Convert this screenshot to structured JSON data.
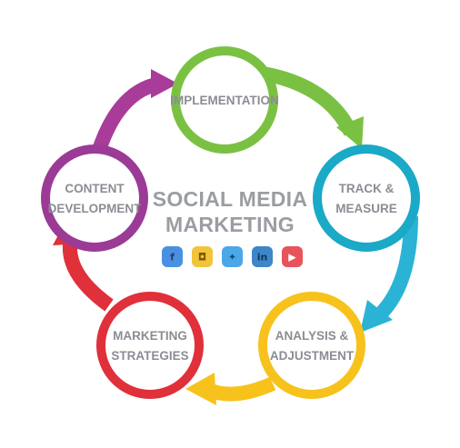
{
  "diagram": {
    "center_title": [
      "SOCIAL MEDIA",
      "MARKETING"
    ],
    "nodes": [
      {
        "id": "implementation",
        "lines": [
          "IMPLEMENTATION"
        ],
        "color": "#7ac143"
      },
      {
        "id": "track-measure",
        "lines": [
          "TRACK &",
          "MEASURE"
        ],
        "color": "#1aa9c6"
      },
      {
        "id": "analysis-adjustment",
        "lines": [
          "ANALYSIS &",
          "ADJUSTMENT"
        ],
        "color": "#f7c21c"
      },
      {
        "id": "marketing-strategies",
        "lines": [
          "MARKETING",
          "STRATEGIES"
        ],
        "color": "#e0303a"
      },
      {
        "id": "content-development",
        "lines": [
          "CONTENT",
          "DEVELOPMENT"
        ],
        "color": "#9b3b96"
      }
    ],
    "arrow_colors": [
      "#7ac143",
      "#2bb3d6",
      "#f7c21c",
      "#e0303a",
      "#a83c98"
    ],
    "social_icons": [
      {
        "name": "facebook-icon",
        "glyph": "f",
        "bg": "#4a90e2",
        "fg": "#1d3f78"
      },
      {
        "name": "instagram-icon",
        "glyph": "◘",
        "bg": "#f2c43a",
        "fg": "#7a5a00"
      },
      {
        "name": "twitter-icon",
        "glyph": "✦",
        "bg": "#4aa8e8",
        "fg": "#0f4f80"
      },
      {
        "name": "linkedin-icon",
        "glyph": "in",
        "bg": "#3f86c9",
        "fg": "#12345a"
      },
      {
        "name": "youtube-icon",
        "glyph": "▶",
        "bg": "#e8545a",
        "fg": "#ffffff"
      }
    ]
  }
}
